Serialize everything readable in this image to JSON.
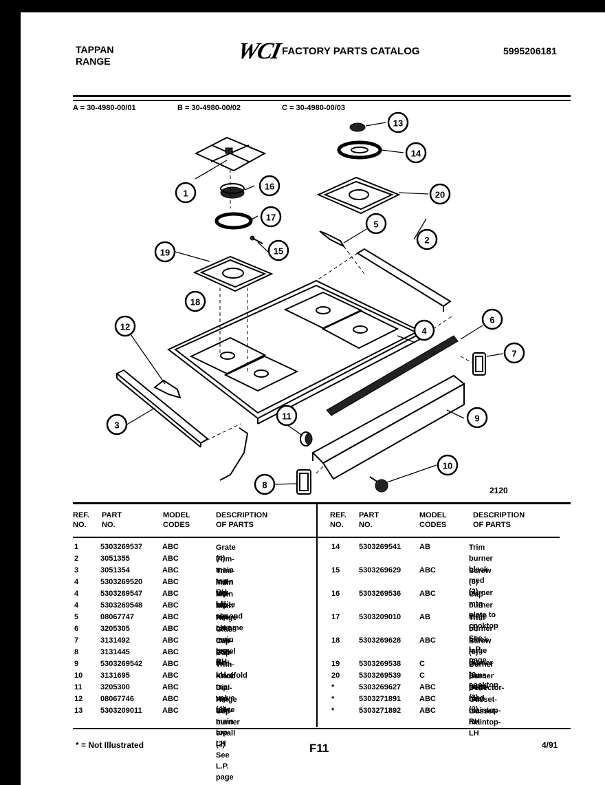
{
  "header": {
    "brand_line1": "TAPPAN",
    "brand_line2": "RANGE",
    "logo": "WCI",
    "title": "FACTORY PARTS CATALOG",
    "catalog_number": "5995206181"
  },
  "model_codes": {
    "a": "A = 30-4980-00/01",
    "b": "B = 30-4980-00/02",
    "c": "C = 30-4980-00/03"
  },
  "figure_number": "2120",
  "callouts": [
    "1",
    "2",
    "3",
    "4",
    "5",
    "6",
    "7",
    "8",
    "9",
    "10",
    "11",
    "12",
    "13",
    "14",
    "15",
    "16",
    "17",
    "18",
    "19",
    "20"
  ],
  "table": {
    "headers": {
      "ref": "REF.\nNO.",
      "part": "PART\nNO.",
      "model": "MODEL\nCODES",
      "desc": "DESCRIPTION\nOF PARTS"
    },
    "left_rows": [
      {
        "ref": "1",
        "part": "5303269537",
        "model": "ABC",
        "desc": "Grate (4)"
      },
      {
        "ref": "2",
        "part": "3051355",
        "model": "ABC",
        "desc": "Trim-main top-RH"
      },
      {
        "ref": "3",
        "part": "3051354",
        "model": "ABC",
        "desc": "Trim-main top-LH"
      },
      {
        "ref": "4",
        "part": "5303269520",
        "model": "ABC",
        "desc": "Main top-white"
      },
      {
        "ref": "4",
        "part": "5303269547",
        "model": "ABC",
        "desc": "Main top-almond"
      },
      {
        "ref": "4",
        "part": "5303269548",
        "model": "ABC",
        "desc": "Main top-chrome"
      },
      {
        "ref": "5",
        "part": "08067747",
        "model": "ABC",
        "desc": "Hinge brkt-main top-RH"
      },
      {
        "ref": "6",
        "part": "3205305",
        "model": "ABC",
        "desc": "Glass cntr panel"
      },
      {
        "ref": "7",
        "part": "3131492",
        "model": "ABC",
        "desc": "Cap-end-RH"
      },
      {
        "ref": "8",
        "part": "3131445",
        "model": "ABC",
        "desc": "Cap-end-LH"
      },
      {
        "ref": "9",
        "part": "5303269542",
        "model": "ABC",
        "desc": "Trim-manifold"
      },
      {
        "ref": "10",
        "part": "3131695",
        "model": "ABC",
        "desc": "Knob top valve (4)"
      },
      {
        "ref": "11",
        "part": "3205300",
        "model": "ABC",
        "desc": "Dial-top valve"
      },
      {
        "ref": "12",
        "part": "08067746",
        "model": "ABC",
        "desc": "Hinge brkt-main top-LH"
      },
      {
        "ref": "13",
        "part": "5303209011",
        "model": "ABC",
        "desc": "Cap-burner small (2)\nSee L.P. page"
      }
    ],
    "right_rows": [
      {
        "ref": "14",
        "part": "5303269541",
        "model": "AB",
        "desc": "Trim burner black\nmed (2)"
      },
      {
        "ref": "15",
        "part": "5303269629",
        "model": "ABC",
        "desc": "Screw (6) burner mtg\nplate to cooktop"
      },
      {
        "ref": "16",
        "part": "5303269536",
        "model": "ABC",
        "desc": "Cap-burner large (2)\nSee L.P. page"
      },
      {
        "ref": "17",
        "part": "5303209010",
        "model": "AB",
        "desc": "Trim burner black\nlarge (2)"
      },
      {
        "ref": "18",
        "part": "5303269628",
        "model": "ABC",
        "desc": "Screw (6) burner to\ncooktop"
      },
      {
        "ref": "19",
        "part": "5303269538",
        "model": "C",
        "desc": "Burner pans-large (2)"
      },
      {
        "ref": "20",
        "part": "5303269539",
        "model": "C",
        "desc": "Burner pans-med (2)"
      },
      {
        "ref": "*",
        "part": "5303269627",
        "model": "ABC",
        "desc": "Deflector-heat"
      },
      {
        "ref": "*",
        "part": "5303271891",
        "model": "ABC",
        "desc": "Gusset-maintop-RH"
      },
      {
        "ref": "*",
        "part": "5303271892",
        "model": "ABC",
        "desc": "Gusset-maintop-LH"
      }
    ]
  },
  "footer": {
    "note": "* = Not Illustrated",
    "page": "F11",
    "date": "4/91"
  }
}
